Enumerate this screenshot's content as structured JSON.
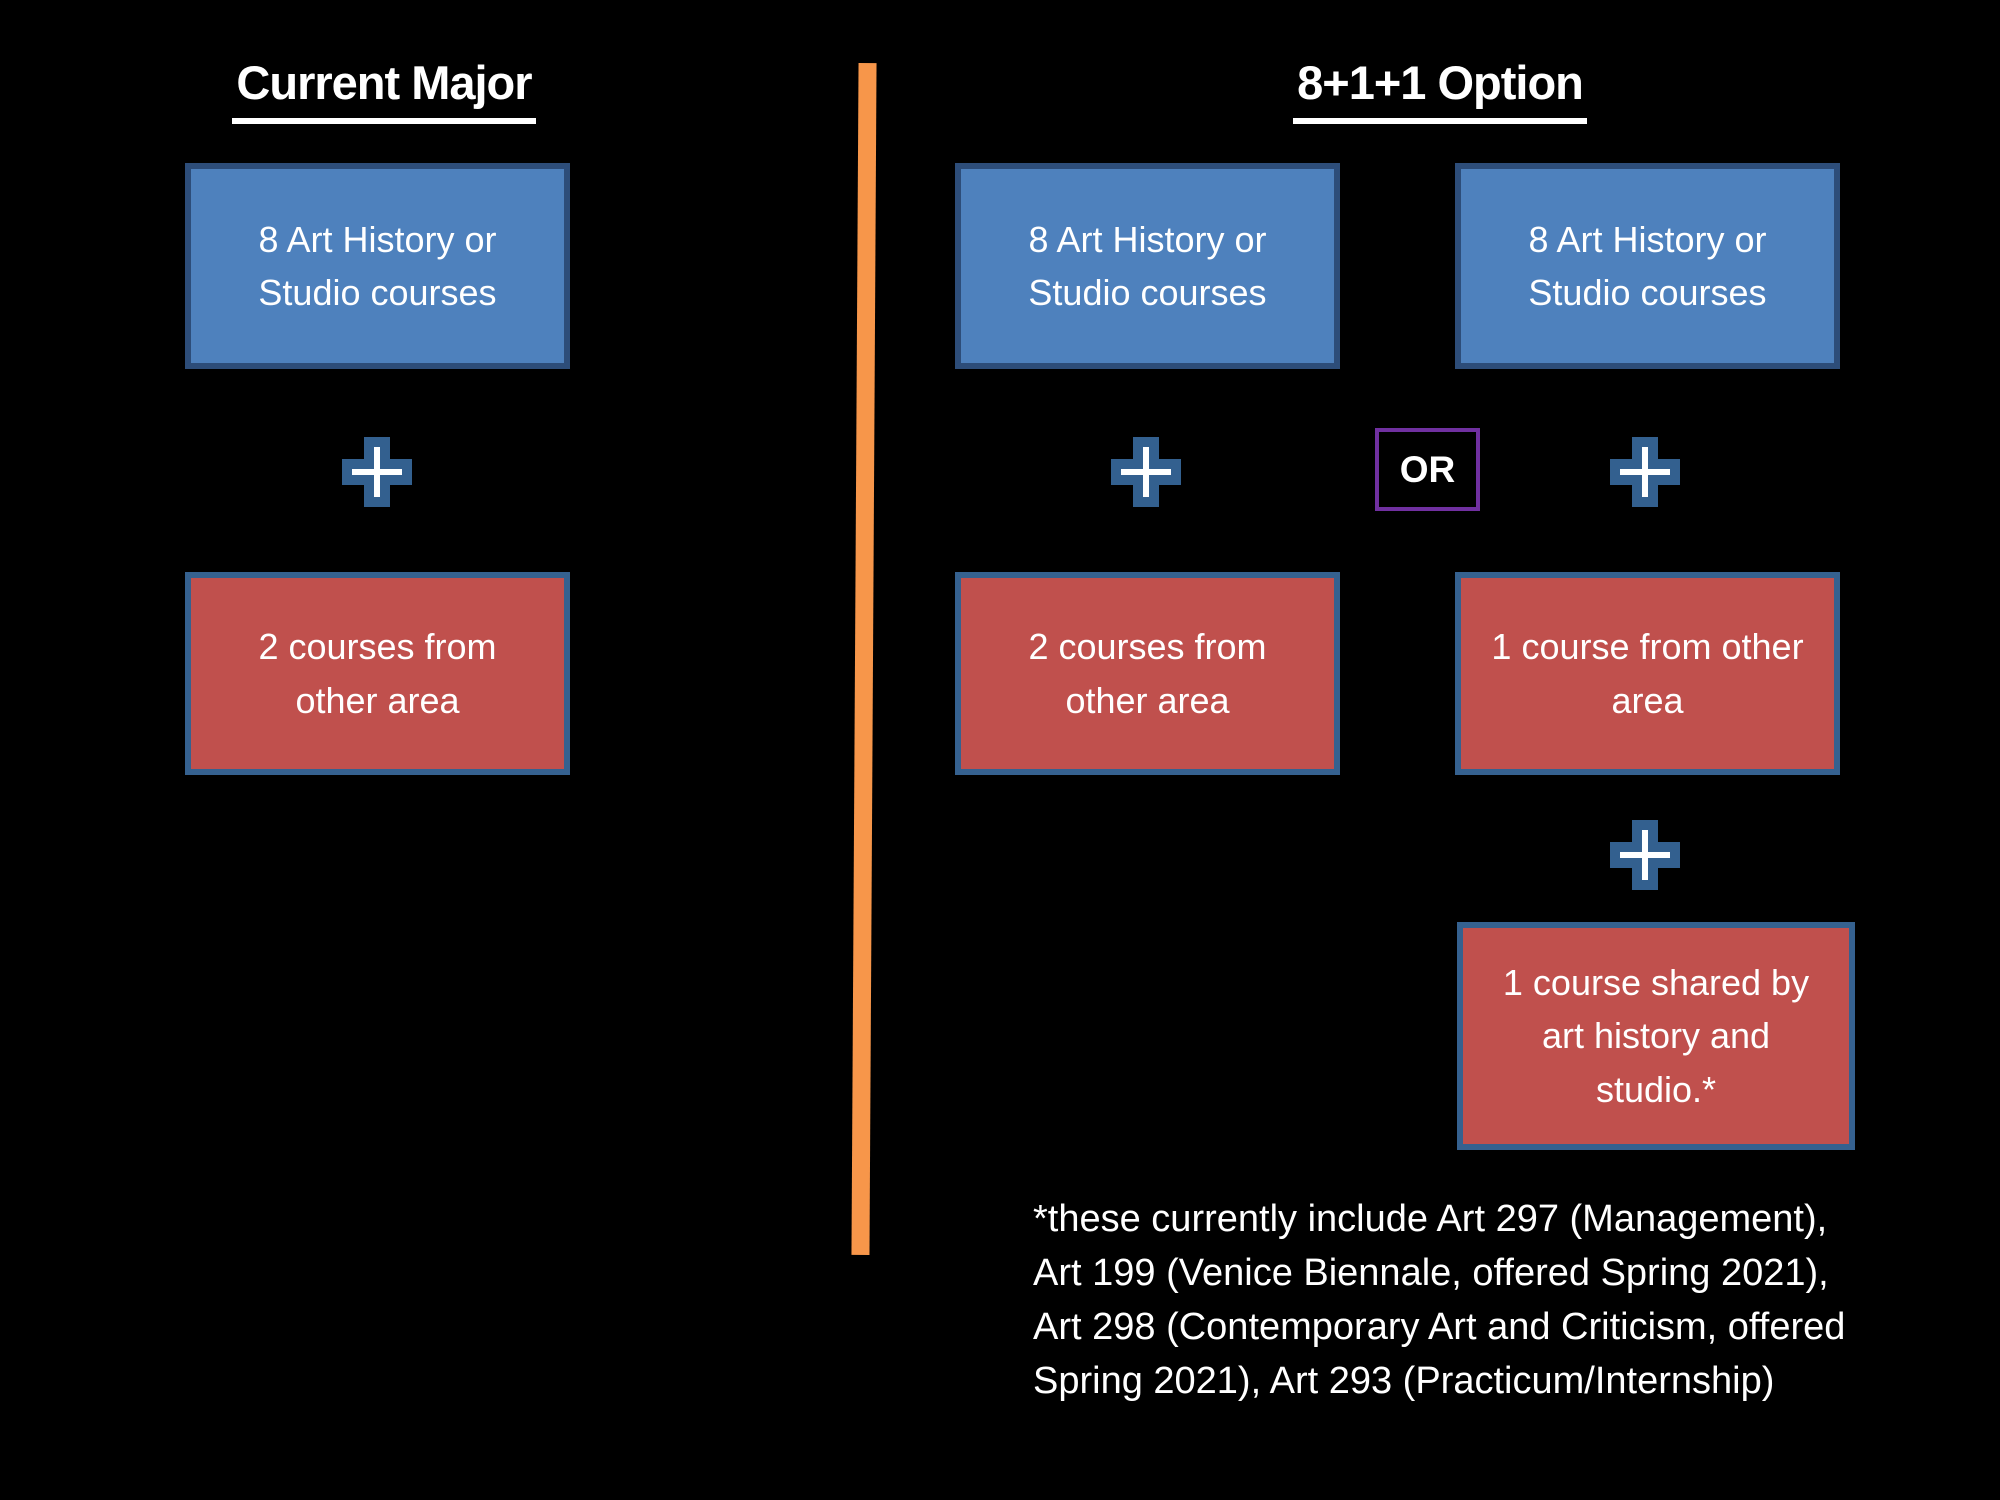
{
  "colors": {
    "background": "#000000",
    "blue_box_fill": "#4e81bd",
    "blue_box_border": "#2d4d79",
    "red_box_fill": "#c0504d",
    "red_box_border": "#35618f",
    "plus_outline": "#33608f",
    "divider_orange": "#f7964a",
    "or_border_purple": "#7030a0",
    "text": "#ffffff"
  },
  "left": {
    "title": "Current Major",
    "blue_box": "8 Art History or Studio courses",
    "red_box": "2 courses from other area"
  },
  "right": {
    "title": "8+1+1 Option",
    "or_label": "OR",
    "option_a": {
      "blue_box": "8 Art History or Studio courses",
      "red_box": "2 courses from other area"
    },
    "option_b": {
      "blue_box": "8 Art History or Studio courses",
      "red_box_1": "1 course from other area",
      "red_box_2": "1 course shared by art history and studio.*"
    },
    "footnote_lines": [
      "*these currently include Art 297 (Management),",
      "Art 199 (Venice Biennale, offered Spring 2021),",
      "Art 298 (Contemporary Art and Criticism, offered",
      "Spring 2021), Art 293 (Practicum/Internship)"
    ]
  }
}
